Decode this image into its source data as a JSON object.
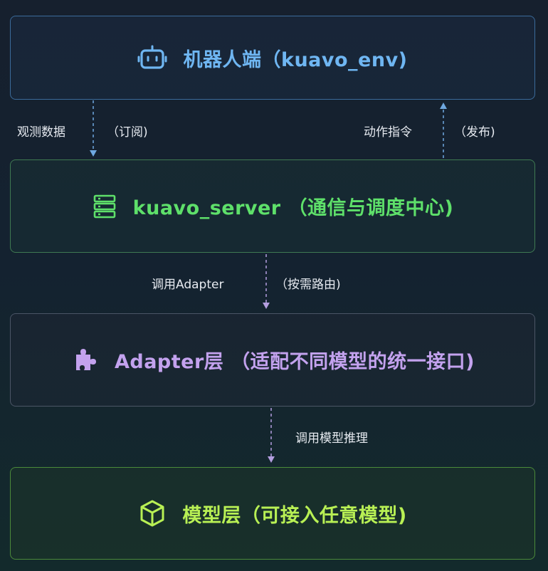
{
  "nodes": {
    "robot": {
      "title": "机器人端（kuavo_env)",
      "icon": "robot-icon",
      "color": "#6fb6f2"
    },
    "server": {
      "title": "kuavo_server （通信与调度中心)",
      "icon": "server-icon",
      "color": "#5ee06a"
    },
    "adapter": {
      "title": "Adapter层 （适配不同模型的统一接口)",
      "icon": "puzzle-icon",
      "color": "#c3a2ee"
    },
    "model": {
      "title": "模型层（可接入任意模型)",
      "icon": "cube-icon",
      "color": "#b8f054"
    }
  },
  "edges": {
    "observe": {
      "label": "观测数据",
      "note": "（订阅)"
    },
    "action": {
      "label": "动作指令",
      "note": "（发布)"
    },
    "call_adapter": {
      "label": "调用Adapter",
      "note": "（按需路由)"
    },
    "call_model": {
      "label": "调用模型推理"
    }
  }
}
